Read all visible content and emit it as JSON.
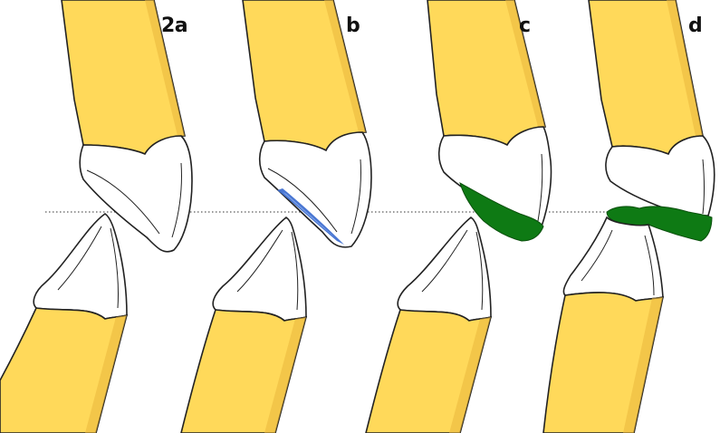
{
  "figure": {
    "panels": [
      {
        "label": "2a",
        "overlay": "none"
      },
      {
        "label": "b",
        "overlay": "blue"
      },
      {
        "label": "c",
        "overlay": "green"
      },
      {
        "label": "d",
        "overlay": "green"
      }
    ],
    "colors": {
      "root": "#FFD95A",
      "root_outline": "#6b5a1e",
      "crown": "#FFFFFF",
      "outline": "#222222",
      "blue_overlay": "#3F6FD0",
      "green_overlay": "#0E7A14",
      "reference_line": "#333333"
    }
  }
}
